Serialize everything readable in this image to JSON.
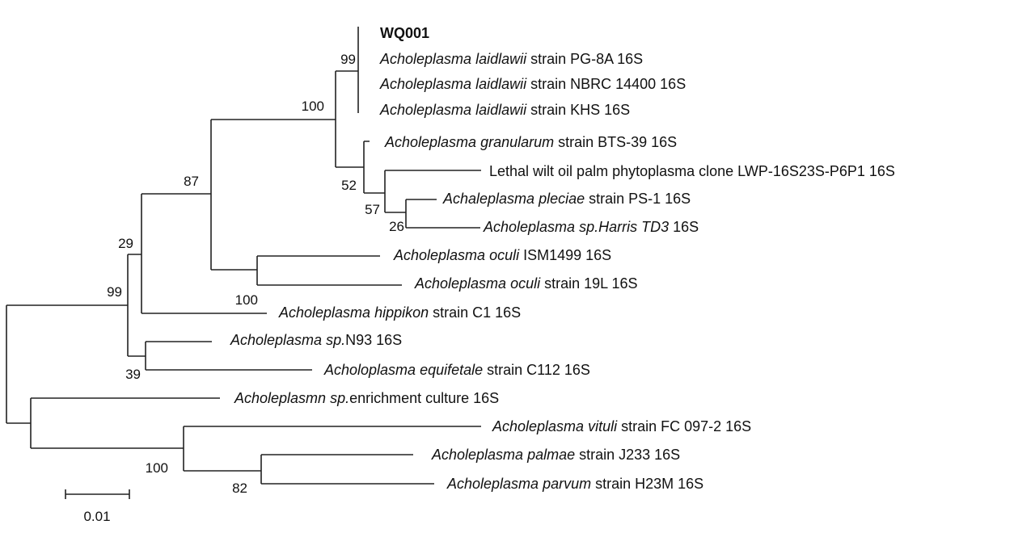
{
  "tree": {
    "leaves": [
      {
        "italic": "",
        "rest": "WQ001"
      },
      {
        "italic": "Acholeplasma laidlawii",
        "rest": " strain PG-8A 16S"
      },
      {
        "italic": "Acholeplasma laidlawii",
        "rest": " strain NBRC 14400 16S"
      },
      {
        "italic": "Acholeplasma laidlawii",
        "rest": " strain KHS 16S"
      },
      {
        "italic": "Acholeplasma granularum",
        "rest": " strain BTS-39 16S"
      },
      {
        "italic": "",
        "rest": "Lethal wilt oil palm phytoplasma clone LWP-16S23S-P6P1 16S"
      },
      {
        "italic": "Achaleplasma pleciae",
        "rest": " strain PS-1 16S"
      },
      {
        "italic": "Acholeplasma sp.Harris TD3",
        "rest": " 16S"
      },
      {
        "italic": "Acholeplasma oculi",
        "rest": " ISM1499 16S"
      },
      {
        "italic": "Acholeplasma oculi",
        "rest": " strain 19L 16S"
      },
      {
        "italic": "Acholeplasma hippikon",
        "rest": " strain C1 16S"
      },
      {
        "italic": "Acholeplasma sp.",
        "rest": "N93 16S"
      },
      {
        "italic": "Acholoplasma equifetale",
        "rest": " strain C112 16S"
      },
      {
        "italic": "Acholeplasmn sp.",
        "rest": "enrichment culture 16S"
      },
      {
        "italic": "Acholeplasma vituli",
        "rest": " strain FC 097-2 16S"
      },
      {
        "italic": "Acholeplasma palmae",
        "rest": " strain J233 16S"
      },
      {
        "italic": "Acholeplasma parvum",
        "rest": " strain H23M 16S"
      }
    ],
    "bootstrap": {
      "laidlawii_clade": "99",
      "laidlawii_granularum": "100",
      "granularum_clade": "52",
      "lethal_clade": "57",
      "pleciae_harris": "26",
      "node_87": "87",
      "oculi_clade": "100",
      "node_29": "29",
      "node_99": "99",
      "n93_equifetale": "39",
      "vituli_clade": "100",
      "palmae_parvum": "82"
    },
    "scale_bar_label": "0.01"
  }
}
